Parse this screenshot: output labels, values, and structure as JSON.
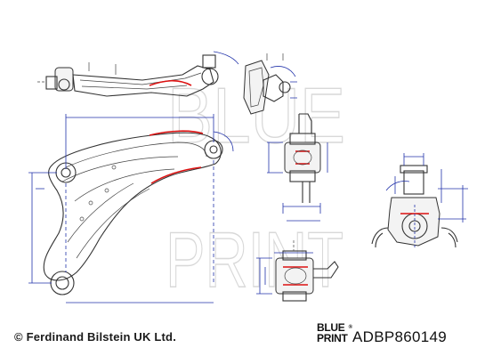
{
  "watermark": {
    "line1": "BLUE",
    "line2": "PRINT"
  },
  "footer": {
    "copyright": "© Ferdinand Bilstein UK Ltd.",
    "logo_line1": "BLUE",
    "logo_line2": "PRINT",
    "logo_mark": "®",
    "part_number": "ADBP860149"
  },
  "colors": {
    "outline": "#333333",
    "dimension": "#2233aa",
    "highlight": "#dd1111"
  }
}
